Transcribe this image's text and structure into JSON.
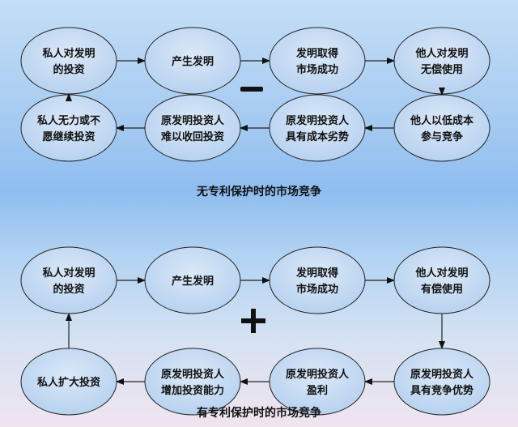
{
  "diagrams": [
    {
      "title": "无专利保护时的市场竞争",
      "symbol": "minus",
      "top_row": [
        [
          "私人对发明",
          "的投资"
        ],
        [
          "产生发明"
        ],
        [
          "发明取得",
          "市场成功"
        ],
        [
          "他人对发明",
          "无偿使用"
        ]
      ],
      "bottom_row": [
        [
          "私人无力或不",
          "愿继续投资"
        ],
        [
          "原发明投资人",
          "难以收回投资"
        ],
        [
          "原发明投资人",
          "具有成本劣势"
        ],
        [
          "他人以低成本",
          "参与竞争"
        ]
      ]
    },
    {
      "title": "有专利保护时的市场竞争",
      "symbol": "plus",
      "top_row": [
        [
          "私人对发明",
          "的投资"
        ],
        [
          "产生发明"
        ],
        [
          "发明取得",
          "市场成功"
        ],
        [
          "他人对发明",
          "有偿使用"
        ]
      ],
      "bottom_row": [
        [
          "私人扩大投资"
        ],
        [
          "原发明投资人",
          "增加投资能力"
        ],
        [
          "原发明投资人",
          "盈利"
        ],
        [
          "原发明投资人",
          "具有竞争优势"
        ]
      ]
    }
  ],
  "colors": {
    "node_fill": "#c9def4",
    "stroke": "#222222"
  }
}
